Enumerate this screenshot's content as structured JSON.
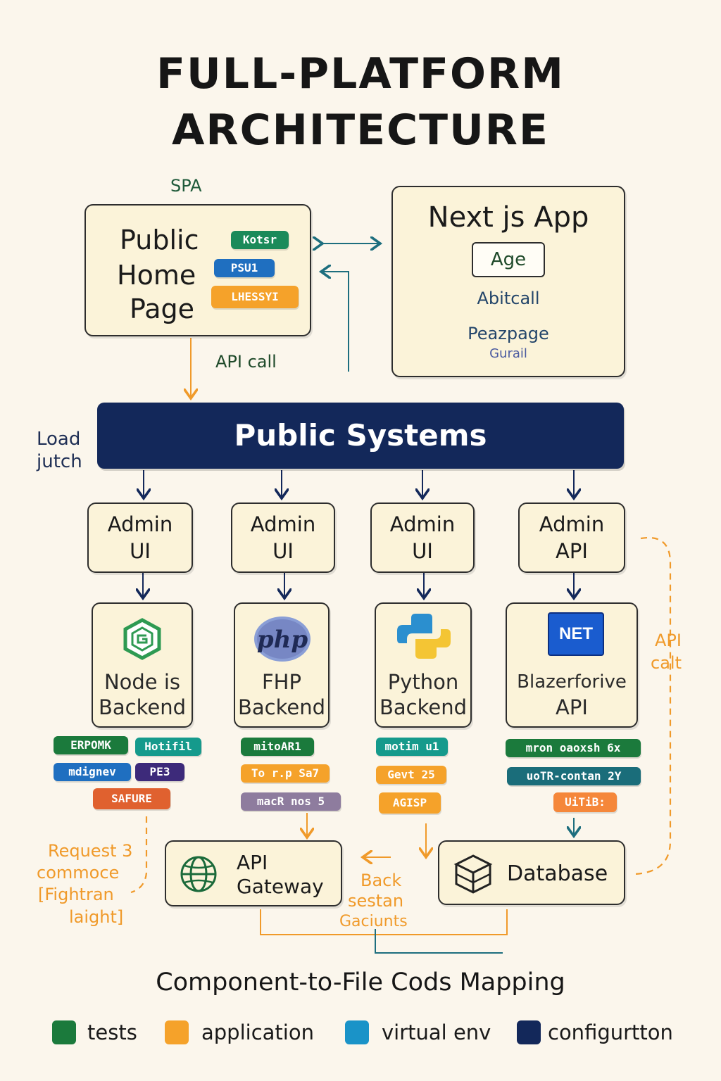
{
  "title": {
    "line1": "FULL-PLATFORM",
    "line2": "ARCHITECTURE"
  },
  "spa_label": "SPA",
  "public_home": {
    "lines": [
      "Public",
      "Home",
      "Page"
    ],
    "tags": [
      "Kotsr",
      "PSU1",
      "LHESSYI"
    ]
  },
  "nextjs_app": {
    "title": "Next js App",
    "button": "Age",
    "lines": [
      "Abitcall",
      "Peazpage",
      "Gurail"
    ]
  },
  "api_call_label": "API call",
  "load_label": [
    "Load",
    "jutch"
  ],
  "public_systems": "Public Systems",
  "admins": [
    {
      "line1": "Admin",
      "line2": "UI"
    },
    {
      "line1": "Admin",
      "line2": "UI"
    },
    {
      "line1": "Admin",
      "line2": "UI"
    },
    {
      "line1": "Admin",
      "line2": "API"
    }
  ],
  "backends": [
    {
      "icon": "nodejs-icon",
      "line1": "Node is",
      "line2": "Backend",
      "tags": [
        "ERPOMK",
        "Hotifil",
        "mdignev",
        "PE3",
        "SAFURE"
      ]
    },
    {
      "icon": "php-icon",
      "icon_text": "php",
      "line1": "FHP",
      "line2": "Backend",
      "tags": [
        "mitoAR1",
        "To r.p Sa7",
        "macR nos 5"
      ]
    },
    {
      "icon": "python-icon",
      "line1": "Python",
      "line2": "Backend",
      "tags": [
        "motim u1",
        "Gevt 25",
        "AGISP"
      ]
    },
    {
      "icon": "dotnet-icon",
      "icon_text": "NET",
      "line1": "Blazerforive",
      "line2": "API",
      "tags": [
        "mron oaoxsh 6x",
        "uoTR-contan 2Y",
        "UiTiB:"
      ]
    }
  ],
  "api_call_side": [
    "API",
    "calt"
  ],
  "request_note": [
    "Request 3",
    "commoce",
    "[Fightran",
    "laight]"
  ],
  "api_gateway": {
    "line1": "API",
    "line2": "Gateway"
  },
  "back_note": [
    "Back",
    "sestan",
    "Gaciunts"
  ],
  "database": "Database",
  "mapping_title": "Component-to-File Cods Mapping",
  "legend": [
    {
      "color": "#1b7a3c",
      "label": "tests"
    },
    {
      "color": "#f5a22a",
      "label": "application"
    },
    {
      "color": "#1a93c8",
      "label": "virtual env"
    },
    {
      "color": "#13285a",
      "label": "configurtton"
    }
  ],
  "colors": {
    "navy": "#13285a",
    "green": "#1b7a3c",
    "teal": "#159a8c",
    "blue": "#1f6fc0",
    "orange": "#f5a22a",
    "purple": "#3d2a7a",
    "red_orange": "#e0612f",
    "mauve": "#8e7c9e",
    "arrow_orange": "#f09a2a",
    "arrow_teal": "#1d6e7e"
  }
}
